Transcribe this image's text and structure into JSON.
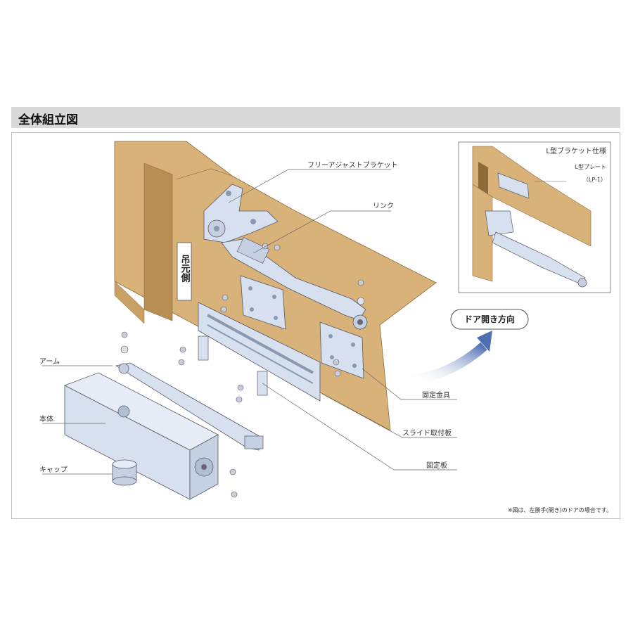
{
  "header": {
    "title": "全体組立図"
  },
  "labels": {
    "free_adjust_bracket": "フリーアジャストブラケット",
    "link": "リンク",
    "arm": "アーム",
    "body": "本体",
    "cap": "キャップ",
    "fixing_bracket": "固定金具",
    "slide_plate": "スライド取付板",
    "fixing_plate": "固定板",
    "hinge_side": "吊元側"
  },
  "inset": {
    "title": "L型ブラケット仕様",
    "plate_label": "L型プレート",
    "plate_code": "（LP-1）"
  },
  "door_direction": {
    "label": "ドア開き方向"
  },
  "footnote": "※図は、左勝手(開き)のドアの場合です。",
  "colors": {
    "wood": "#d9b27a",
    "wood_dark": "#b98e55",
    "metal": "#d6e0ee",
    "metal_dark": "#9fb0c8",
    "arrow": "#4f6fb3",
    "header_bg": "#d9d9d9"
  }
}
